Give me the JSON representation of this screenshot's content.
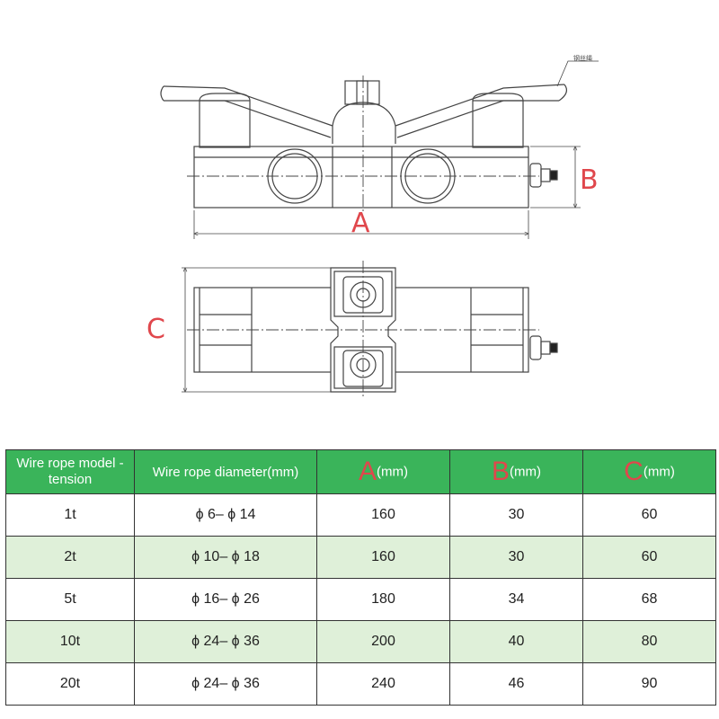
{
  "labels": {
    "A": "A",
    "B": "B",
    "C": "C",
    "note": "钢丝绳"
  },
  "table": {
    "headers": [
      {
        "text": "Wire rope model - tension"
      },
      {
        "text": "Wire rope diameter(mm)"
      },
      {
        "letter": "A",
        "unit": "(mm)"
      },
      {
        "letter": "B",
        "unit": "(mm)"
      },
      {
        "letter": "C",
        "unit": "(mm)"
      }
    ],
    "rows": [
      {
        "model": "1t",
        "diameter": "ϕ 6– ϕ 14",
        "a": "160",
        "b": "30",
        "c": "60"
      },
      {
        "model": "2t",
        "diameter": "ϕ 10– ϕ 18",
        "a": "160",
        "b": "30",
        "c": "60"
      },
      {
        "model": "5t",
        "diameter": "ϕ 16– ϕ 26",
        "a": "180",
        "b": "34",
        "c": "68"
      },
      {
        "model": "10t",
        "diameter": "ϕ 24– ϕ 36",
        "a": "200",
        "b": "40",
        "c": "80"
      },
      {
        "model": "20t",
        "diameter": "ϕ 24– ϕ 36",
        "a": "240",
        "b": "46",
        "c": "90"
      }
    ]
  }
}
